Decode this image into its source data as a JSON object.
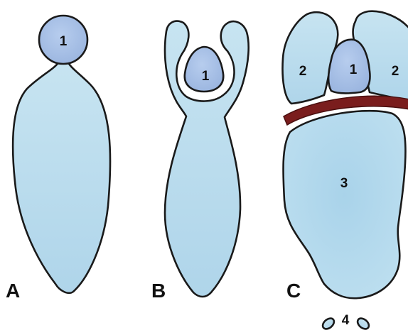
{
  "figure": {
    "panels": [
      {
        "letter": "A",
        "labels": {
          "small_cell": "1"
        }
      },
      {
        "letter": "B",
        "labels": {
          "small_cell": "1"
        }
      },
      {
        "letter": "C",
        "labels": {
          "small_cell": "1",
          "left_piece": "2",
          "right_piece": "2",
          "large_cell": "3",
          "bottom_pieces": "4"
        }
      }
    ]
  },
  "colors": {
    "cell_fill_light": "#b9dcec",
    "cell_fill_dark": "#a3bfe0",
    "band": "#7a1d1d",
    "outline": "#1a1a1a"
  }
}
